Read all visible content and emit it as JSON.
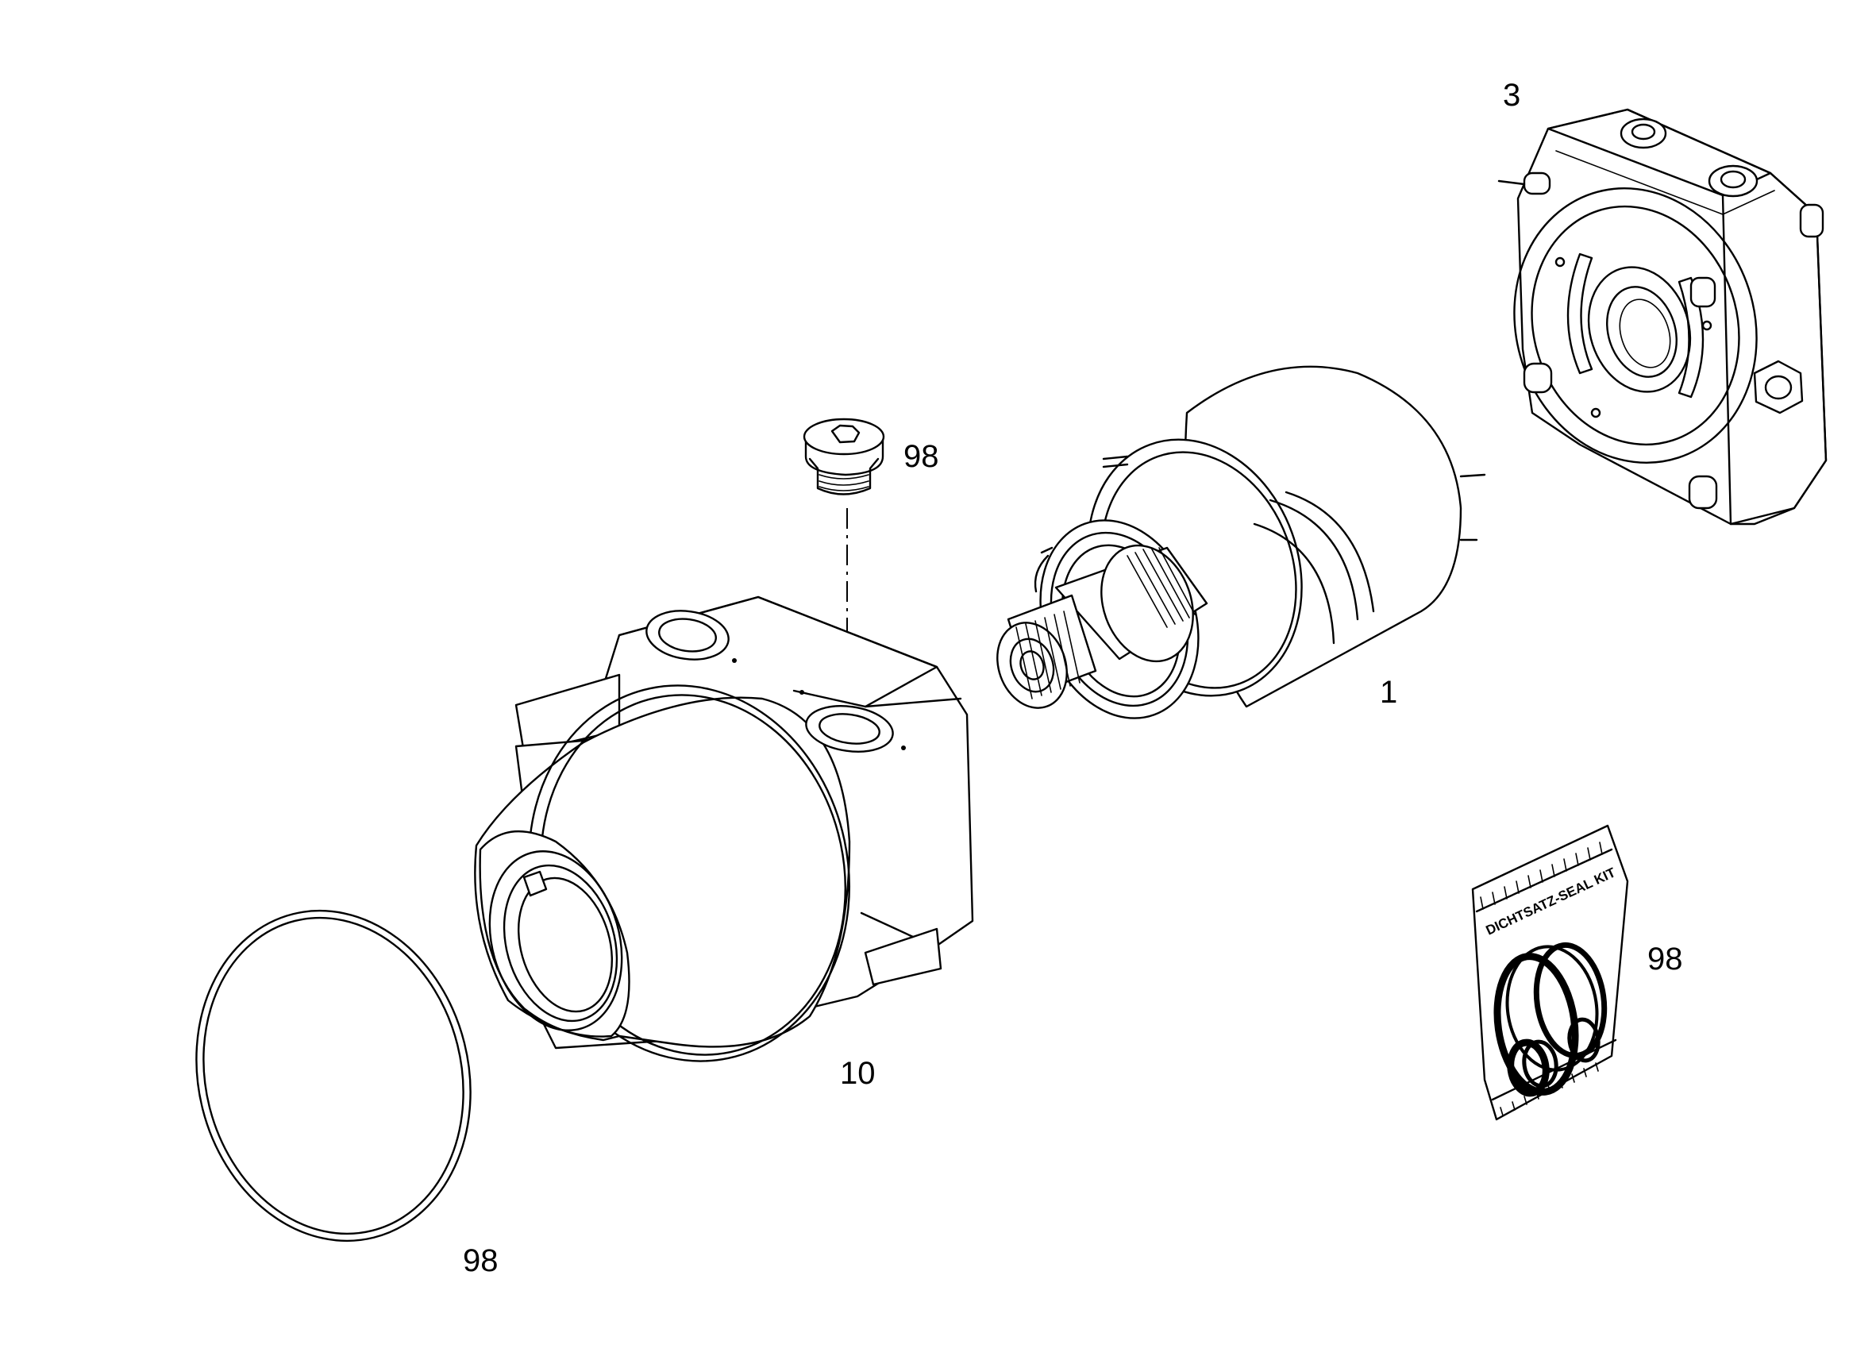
{
  "callouts": {
    "part_3": "3",
    "part_98_plug": "98",
    "part_1": "1",
    "part_10": "10",
    "part_98_seal_kit": "98",
    "part_98_oring": "98"
  },
  "seal_kit": {
    "bag_label": "DICHTSATZ-SEAL KIT"
  }
}
